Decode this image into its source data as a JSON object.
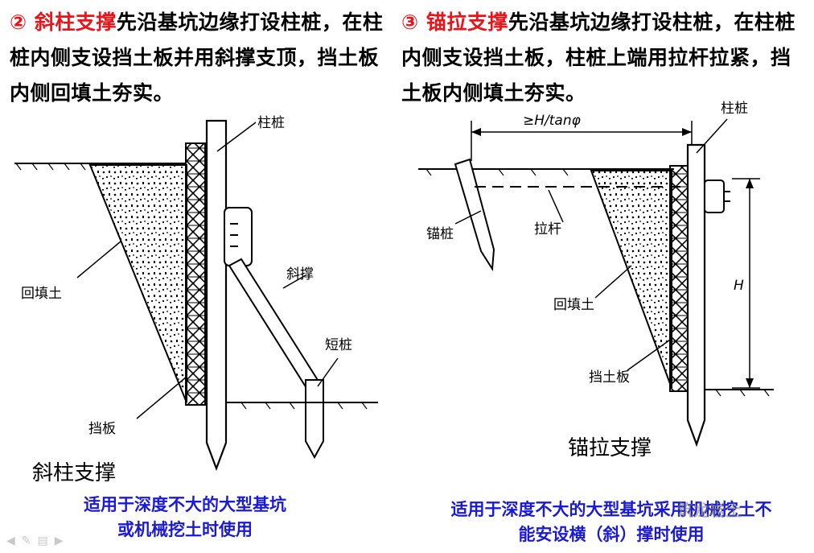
{
  "left_text": {
    "number": "②",
    "highlight": "斜柱支撑",
    "body": "先沿基坑边缘打设柱桩，在柱桩内侧支设挡土板并用斜撑支顶，挡土板内侧回填土夯实。"
  },
  "right_text": {
    "number": "③",
    "highlight": "锚拉支撑",
    "body": "先沿基坑边缘打设柱桩，在柱桩内侧支设挡土板，柱桩上端用拉杆拉紧，挡土板内侧填土夯实。"
  },
  "left_figure": {
    "labels": {
      "pile": "柱桩",
      "brace": "斜撑",
      "backfill": "回填土",
      "short_pile": "短桩",
      "board": "挡板"
    },
    "title": "斜柱支撑",
    "caption_line1": "适用于深度不大的大型基坑",
    "caption_line2": "或机械挖土时使用"
  },
  "right_figure": {
    "labels": {
      "dimension": "≥H/tanφ",
      "pile": "柱桩",
      "anchor_pile": "锚桩",
      "tie_rod": "拉杆",
      "backfill": "回填土",
      "height": "H",
      "board": "挡土板"
    },
    "title": "锚拉支撑",
    "caption_line1": "适用于深度不大的大型基坑采用机械挖土不",
    "caption_line2": "能安设横（斜）撑时使用"
  },
  "watermark": "筑龙岩土",
  "colors": {
    "highlight": "#e8141b",
    "caption": "#1a1ad6",
    "line": "#000000"
  }
}
